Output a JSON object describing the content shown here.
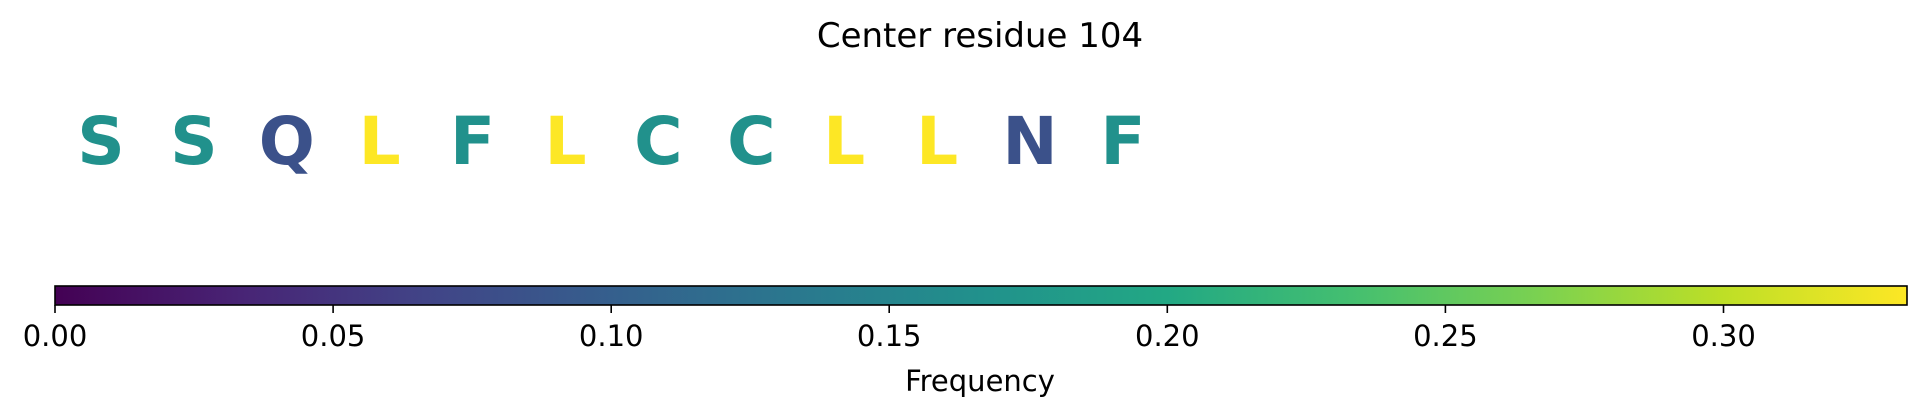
{
  "chart_data": {
    "type": "colored_residues",
    "title": "Center residue 104",
    "residues": [
      {
        "letter": "S",
        "frequency": 0.167
      },
      {
        "letter": "S",
        "frequency": 0.167
      },
      {
        "letter": "Q",
        "frequency": 0.083
      },
      {
        "letter": "L",
        "frequency": 0.333
      },
      {
        "letter": "F",
        "frequency": 0.167
      },
      {
        "letter": "L",
        "frequency": 0.333
      },
      {
        "letter": "C",
        "frequency": 0.167
      },
      {
        "letter": "C",
        "frequency": 0.167
      },
      {
        "letter": "L",
        "frequency": 0.333
      },
      {
        "letter": "L",
        "frequency": 0.333
      },
      {
        "letter": "N",
        "frequency": 0.083
      },
      {
        "letter": "F",
        "frequency": 0.167
      }
    ],
    "colorbar": {
      "colormap": "viridis",
      "range": [
        0.0,
        0.333
      ],
      "ticks": [
        0.0,
        0.05,
        0.1,
        0.15,
        0.2,
        0.25,
        0.3
      ],
      "tick_labels": [
        "0.00",
        "0.05",
        "0.10",
        "0.15",
        "0.20",
        "0.25",
        "0.30"
      ],
      "label": "Frequency"
    }
  }
}
